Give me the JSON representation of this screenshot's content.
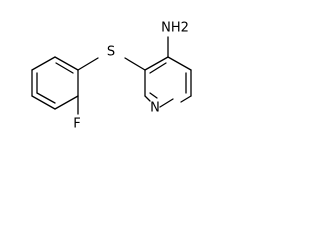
{
  "structure": {
    "labels": {
      "amine": "NH2",
      "sulfur": "S",
      "nitrogen": "N",
      "fluorine": "F"
    }
  }
}
